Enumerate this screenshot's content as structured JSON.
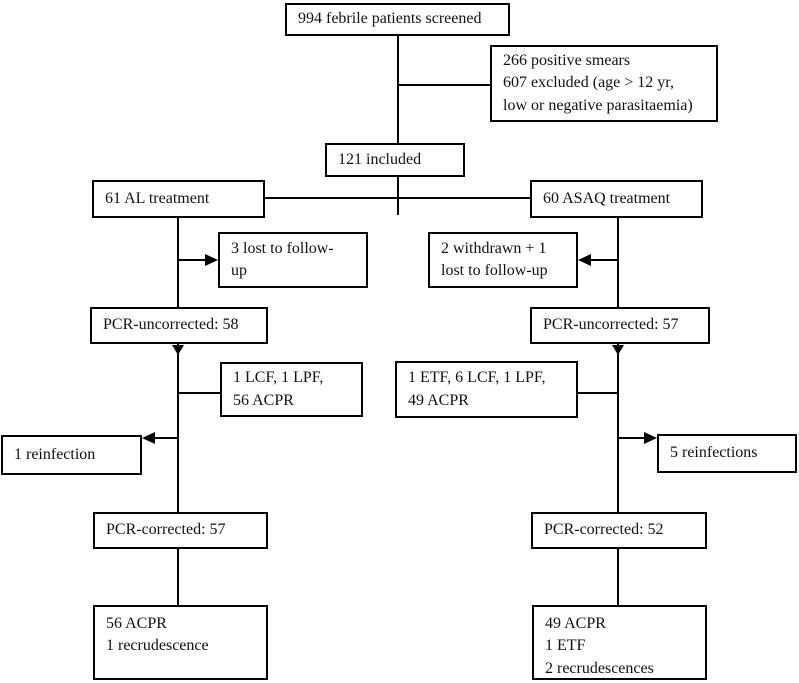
{
  "diagram": {
    "colors": {
      "line": "#000000",
      "box_border": "#000000",
      "background": "#ffffff",
      "text": "#111111"
    },
    "boxes": {
      "screened": "994 febrile patients screened",
      "excluded": [
        "266 positive smears",
        "607 excluded (age > 12 yr,",
        "low or negative parasitaemia)"
      ],
      "included": "121 included",
      "al_treatment": "61 AL treatment",
      "asaq_treatment": "60 ASAQ treatment",
      "al_lost": [
        "3 lost to follow-",
        "up"
      ],
      "asaq_withdrawn": [
        "2 withdrawn + 1",
        "lost to follow-up"
      ],
      "al_pcr_uncorrected": "PCR-uncorrected: 58",
      "asaq_pcr_uncorrected": "PCR-uncorrected: 57",
      "al_outcomes": [
        "1 LCF, 1 LPF,",
        "56 ACPR"
      ],
      "asaq_outcomes": [
        "1 ETF, 6 LCF, 1 LPF,",
        "49 ACPR"
      ],
      "al_reinfection": "1 reinfection",
      "asaq_reinfections": "5 reinfections",
      "al_pcr_corrected": "PCR-corrected: 57",
      "asaq_pcr_corrected": "PCR-corrected: 52",
      "al_final": [
        "56 ACPR",
        "1 recrudescence"
      ],
      "asaq_final": [
        "49 ACPR",
        "1 ETF",
        "2 recrudescences"
      ]
    }
  }
}
